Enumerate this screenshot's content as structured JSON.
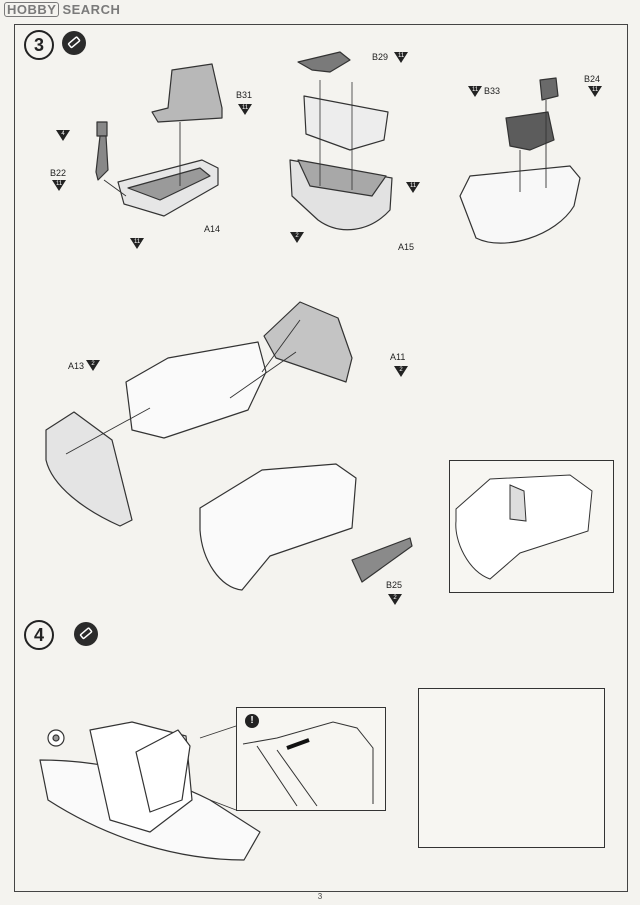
{
  "watermark": {
    "brand": "HOBBY",
    "suffix": "SEARCH"
  },
  "steps": [
    {
      "number": "3"
    },
    {
      "number": "4"
    }
  ],
  "callouts": {
    "B31": {
      "label": "B31",
      "color_code": "11"
    },
    "B22": {
      "label": "B22",
      "color_code": "11"
    },
    "A14": {
      "label": "A14",
      "color_code": "11"
    },
    "B29": {
      "label": "B29",
      "color_code": "11"
    },
    "A15": {
      "label": "A15",
      "color_code": "2"
    },
    "B33": {
      "label": "B33",
      "color_code": "11"
    },
    "B24": {
      "label": "B24",
      "color_code": "11"
    },
    "A13": {
      "label": "A13",
      "color_code": "2"
    },
    "A11": {
      "label": "A11",
      "color_code": "2"
    },
    "B25": {
      "label": "B25",
      "color_code": "2"
    },
    "stick_paint": {
      "color_code": "4"
    },
    "tub_paint": {
      "color_code": "2"
    },
    "tub_paint2": {
      "color_code": "11"
    }
  },
  "warning_icon": "!",
  "page_number": "3",
  "colors": {
    "ink": "#222222",
    "paper": "#f4f3ef"
  }
}
